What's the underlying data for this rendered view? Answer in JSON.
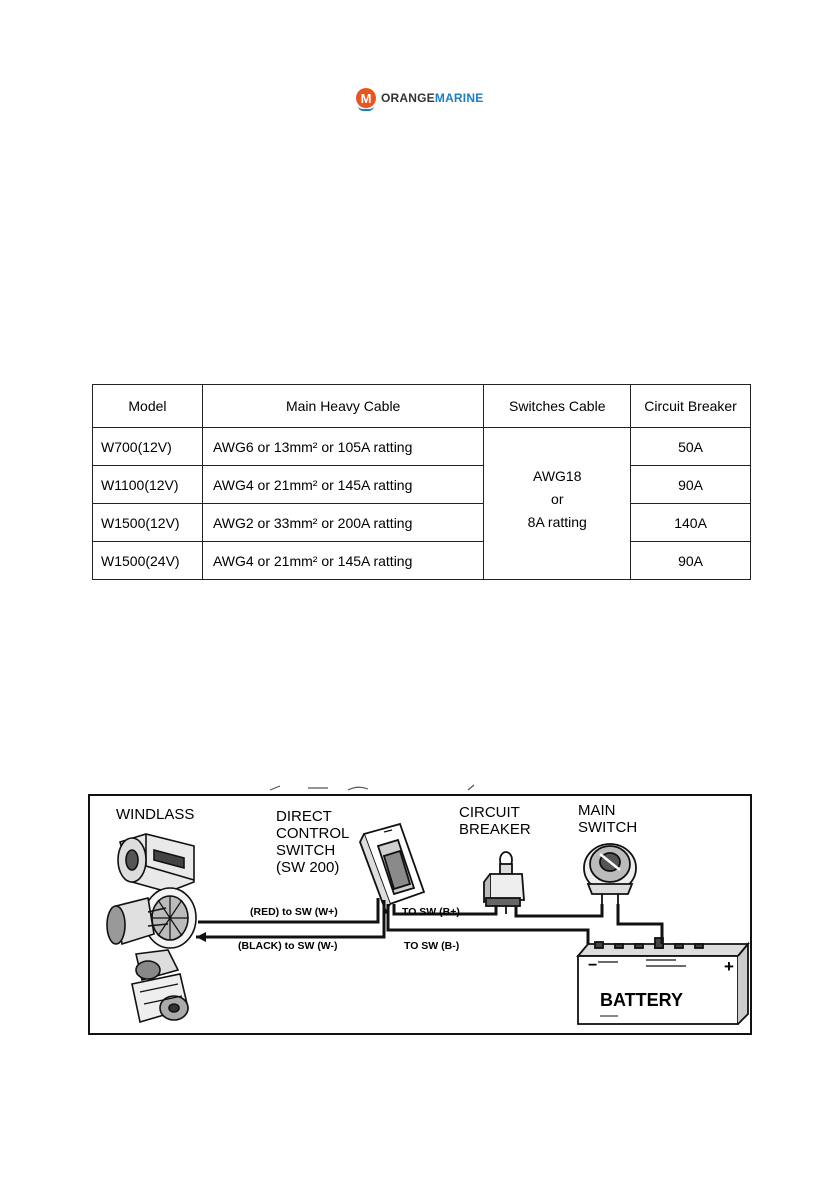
{
  "header": {
    "logo_letter": "M",
    "logo_wordmark_a": "ORANGE",
    "logo_wordmark_b": "MARINE"
  },
  "cable_table": {
    "headers": [
      "Model",
      "Main Heavy Cable",
      "Switches  Cable",
      "Circuit Breaker"
    ],
    "rows": [
      {
        "model": "W700(12V)",
        "cable": "AWG6 or 13mm² or 105A  ratting",
        "breaker": "50A"
      },
      {
        "model": "W1100(12V)",
        "cable": "AWG4 or 21mm² or 145A  ratting",
        "breaker": "90A"
      },
      {
        "model": "W1500(12V)",
        "cable": "AWG2 or 33mm² or 200A  ratting",
        "breaker": "140A"
      },
      {
        "model": "W1500(24V)",
        "cable": "AWG4 or 21mm² or 145A  ratting",
        "breaker": "90A"
      }
    ],
    "switches_cable": {
      "line1": "AWG18",
      "line2": "or",
      "line3": "8A ratting"
    }
  },
  "wiring_diagram": {
    "windlass_label": "WINDLASS",
    "switch_label": "DIRECT\nCONTROL\nSWITCH\n(SW 200)",
    "breaker_label": "CIRCUIT\nBREAKER",
    "main_switch_label": "MAIN\nSWITCH",
    "battery_label": "BATTERY",
    "wire_red": "(RED) to SW (W+)",
    "wire_black": "(BLACK) to SW (W-)",
    "wire_b_plus": "TO SW (B+)",
    "wire_b_minus": "TO SW (B-)"
  }
}
